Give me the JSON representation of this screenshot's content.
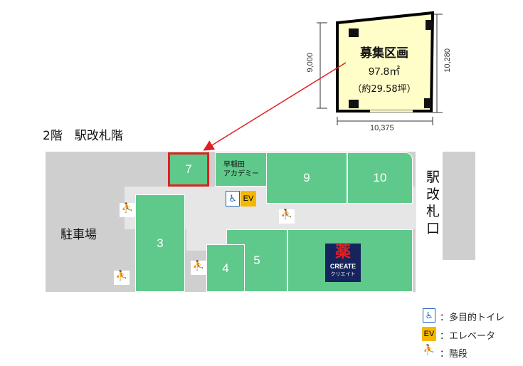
{
  "floor_title": "2階　駅改札階",
  "recruit": {
    "title": "募集区画",
    "area": "97.8㎡",
    "tsubo": "（約29.58坪）",
    "dim_left": "9,000",
    "dim_right": "10,280",
    "dim_bottom": "10,375"
  },
  "units": {
    "u7": "7",
    "u9": "9",
    "u10": "10",
    "u3": "3",
    "u4": "4",
    "u5": "5"
  },
  "waseda": {
    "line1": "早稲田",
    "line2": "アカデミー"
  },
  "parking": "駐車場",
  "gate": "駅改札口",
  "ev": "EV",
  "create": {
    "top": "薬",
    "mid": "CREATE",
    "bot": "クリエイト"
  },
  "legend": {
    "toilet": "：多目的トイレ",
    "ev_label": "EV",
    "ev": "：エレベータ",
    "stairs": "：階段"
  },
  "colors": {
    "unit": "#5ec98a",
    "highlight": "#e02020",
    "floor": "#cfcfcf",
    "recruit_fill": "#fffdc8",
    "ev": "#f5b800"
  }
}
